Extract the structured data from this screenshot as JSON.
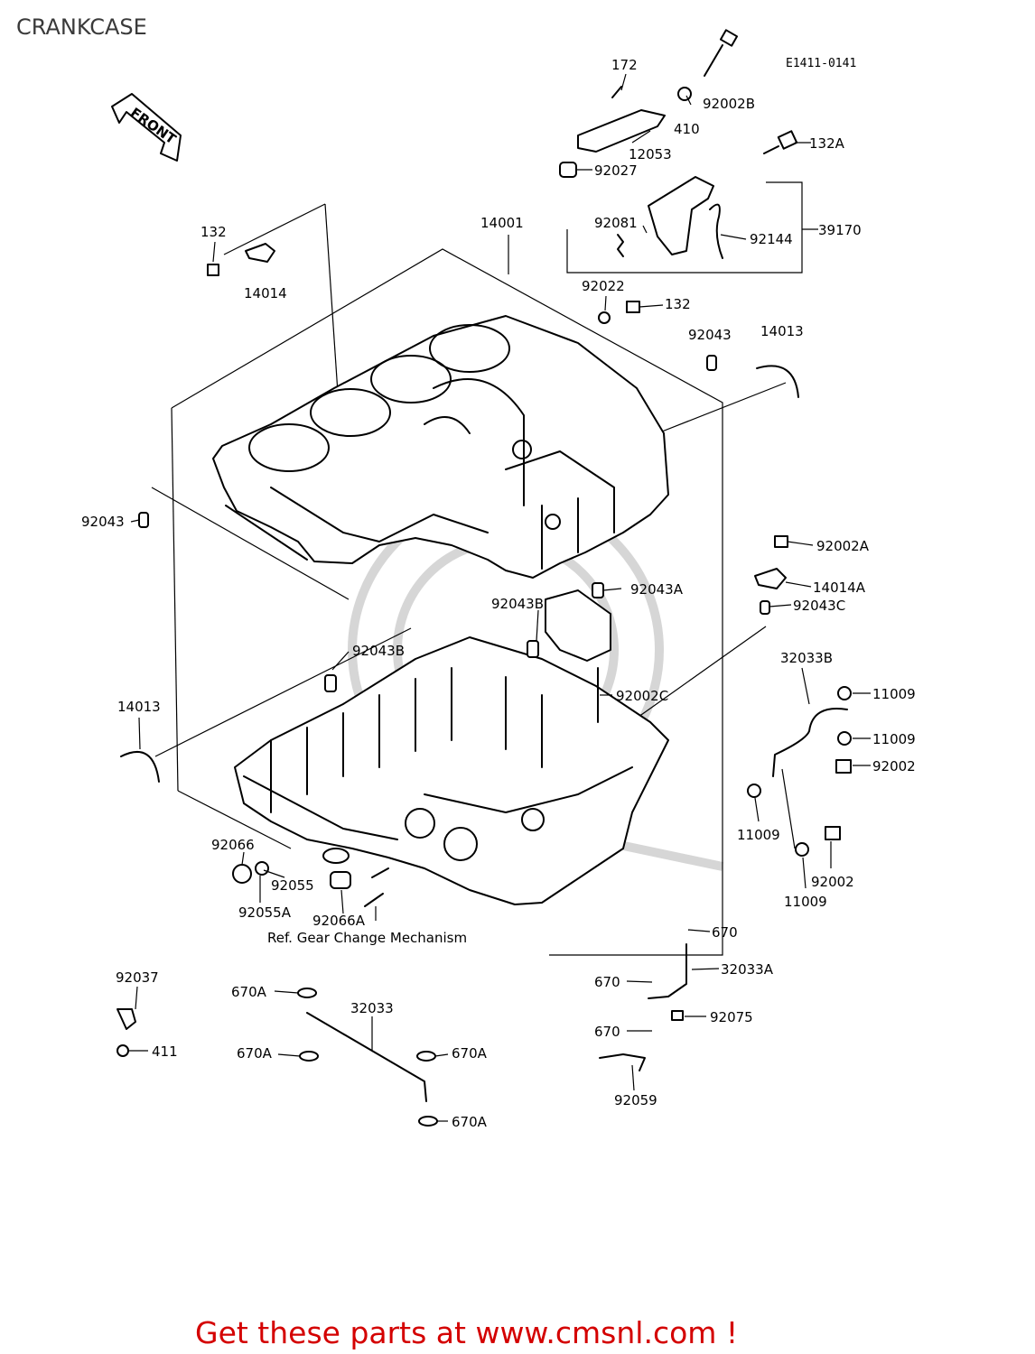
{
  "title": "CRANKCASE",
  "diagram_code": "E1411-0141",
  "front_arrow_label": "FRONT",
  "footer_text": "Get these parts at www.cmsnl.com !",
  "ref_note": "Ref. Gear Change Mechanism",
  "parts": {
    "p172": "172",
    "p92002B": "92002B",
    "p410": "410",
    "p12053": "12053",
    "p92027": "92027",
    "p132A": "132A",
    "p39170": "39170",
    "p92081": "92081",
    "p92144": "92144",
    "p14001": "14001",
    "p132_top": "132",
    "p14014": "14014",
    "p92022": "92022",
    "p132_mid": "132",
    "p92043_top": "92043",
    "p14013_top": "14013",
    "p92043_left": "92043",
    "p92002A": "92002A",
    "p14014A": "14014A",
    "p92043C": "92043C",
    "p92043B_r": "92043B",
    "p92043A": "92043A",
    "p92043B_l": "92043B",
    "p92002C": "92002C",
    "p32033B": "32033B",
    "p11009_a": "11009",
    "p11009_b": "11009",
    "p92002_a": "92002",
    "p11009_c": "11009",
    "p92002_b": "92002",
    "p11009_d": "11009",
    "p14013_bot": "14013",
    "p92066": "92066",
    "p92055": "92055",
    "p92055A": "92055A",
    "p92066A": "92066A",
    "p670_a": "670",
    "p32033A": "32033A",
    "p670_b": "670",
    "p92075": "92075",
    "p670_c": "670",
    "p92059": "92059",
    "p92037": "92037",
    "p411": "411",
    "p670A_a": "670A",
    "p32033": "32033",
    "p670A_b": "670A",
    "p670A_c": "670A",
    "p670A_d": "670A"
  }
}
